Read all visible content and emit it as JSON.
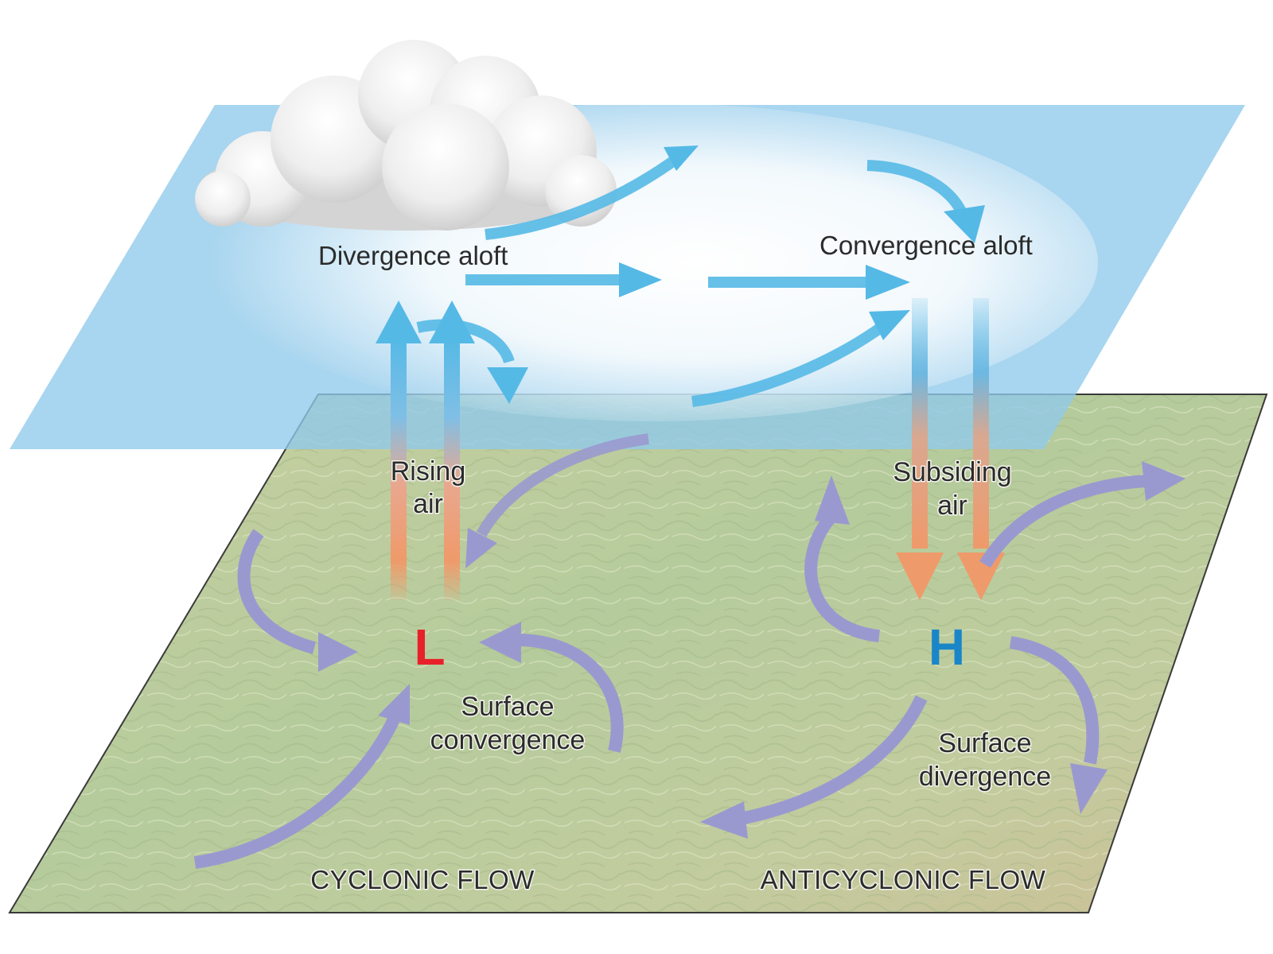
{
  "labels": {
    "divergence_aloft": "Divergence aloft",
    "convergence_aloft": "Convergence aloft",
    "rising_air_line1": "Rising",
    "rising_air_line2": "air",
    "subsiding_air_line1": "Subsiding",
    "subsiding_air_line2": "air",
    "surface_convergence_line1": "Surface",
    "surface_convergence_line2": "convergence",
    "surface_divergence_line1": "Surface",
    "surface_divergence_line2": "divergence",
    "cyclonic_flow": "CYCLONIC FLOW",
    "anticyclonic_flow": "ANTICYCLONIC FLOW"
  },
  "pressure_centers": {
    "low": {
      "symbol": "L"
    },
    "high": {
      "symbol": "H"
    }
  },
  "colors": {
    "upper_plane": "#8fc9ea",
    "ground": "#b9c99a",
    "upper_arrow": "#55b9e6",
    "surface_arrow": "#9a99cf",
    "warm_arrow": "#ef9a6a",
    "low_symbol": "#e8202a",
    "high_symbol": "#1a86c8"
  }
}
